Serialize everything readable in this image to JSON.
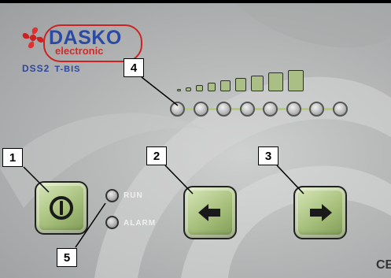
{
  "brand": {
    "name": "DASKO",
    "subtitle": "electronic",
    "model": "DSS2",
    "model_sub": "T-BIS"
  },
  "level_bar_count": 9,
  "led_count": 8,
  "buttons": {
    "power": {
      "icon": "power-icon"
    },
    "left": {
      "icon": "arrow-left-icon"
    },
    "right": {
      "icon": "arrow-right-icon"
    }
  },
  "status": {
    "run_label": "RUN",
    "alarm_label": "ALARM"
  },
  "callouts": {
    "power": "1",
    "left": "2",
    "right": "3",
    "level": "4",
    "status": "5"
  },
  "certification": "CE",
  "colors": {
    "button_green": "#a6bf7a",
    "bar_green": "#a9bf86",
    "brand_blue": "#2a4aa6",
    "brand_red": "#cf2b2b"
  }
}
